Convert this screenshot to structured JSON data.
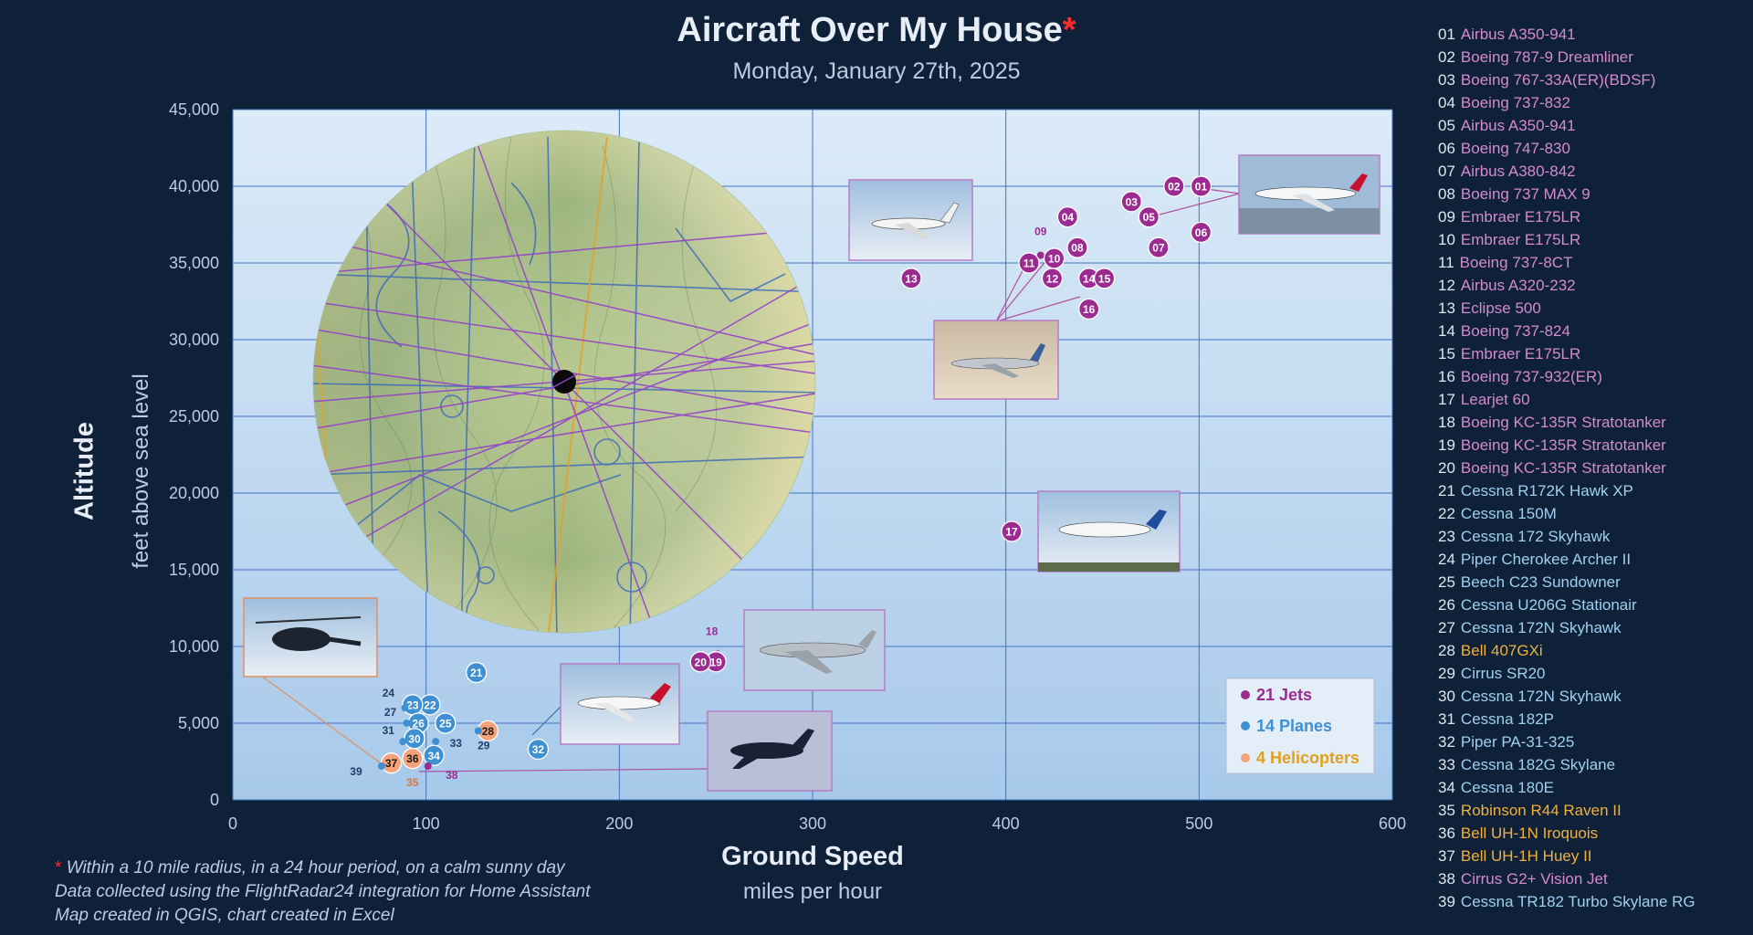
{
  "title": "Aircraft Over My House",
  "title_mark": "*",
  "subtitle": "Monday, January 27th, 2025",
  "colors": {
    "jet": "#9b2a91",
    "plane": "#3f8fd3",
    "heli": "#f5a27a",
    "title_mark": "#ff2a2a",
    "background": "#0f2138"
  },
  "chart_data": {
    "type": "scatter",
    "xlabel": "Ground Speed",
    "xlabel_sub": "miles per hour",
    "ylabel": "Altitude",
    "ylabel_sub": "feet above sea level",
    "xlim": [
      0,
      600
    ],
    "ylim": [
      0,
      45000
    ],
    "x_ticks": [
      "0",
      "100",
      "200",
      "300",
      "400",
      "500",
      "600"
    ],
    "y_ticks": [
      "0",
      "5,000",
      "10,000",
      "15,000",
      "20,000",
      "25,000",
      "30,000",
      "35,000",
      "40,000",
      "45,000"
    ],
    "grid": true,
    "legend_position": "bottom-right",
    "legend": [
      {
        "label": "21 Jets",
        "category": "jet",
        "text_color": "#9b2a91"
      },
      {
        "label": "14 Planes",
        "category": "plane",
        "text_color": "#3f8fd3"
      },
      {
        "label": "4 Helicopters",
        "category": "heli",
        "text_color": "#e0a020"
      }
    ],
    "points": [
      {
        "id": "01",
        "x": 501,
        "y": 40000,
        "category": "jet"
      },
      {
        "id": "02",
        "x": 487,
        "y": 40000,
        "category": "jet"
      },
      {
        "id": "03",
        "x": 465,
        "y": 39000,
        "category": "jet"
      },
      {
        "id": "04",
        "x": 432,
        "y": 38000,
        "category": "jet"
      },
      {
        "id": "05",
        "x": 474,
        "y": 38000,
        "category": "jet"
      },
      {
        "id": "06",
        "x": 501,
        "y": 37000,
        "category": "jet"
      },
      {
        "id": "07",
        "x": 479,
        "y": 36000,
        "category": "jet"
      },
      {
        "id": "08",
        "x": 437,
        "y": 36000,
        "category": "jet"
      },
      {
        "id": "09",
        "x": 418,
        "y": 35500,
        "category": "jet"
      },
      {
        "id": "10",
        "x": 425,
        "y": 35300,
        "category": "jet"
      },
      {
        "id": "11",
        "x": 412,
        "y": 35000,
        "category": "jet"
      },
      {
        "id": "12",
        "x": 424,
        "y": 34000,
        "category": "jet"
      },
      {
        "id": "13",
        "x": 351,
        "y": 34000,
        "category": "jet"
      },
      {
        "id": "14",
        "x": 443,
        "y": 34000,
        "category": "jet"
      },
      {
        "id": "15",
        "x": 451,
        "y": 34000,
        "category": "jet"
      },
      {
        "id": "16",
        "x": 443,
        "y": 32000,
        "category": "jet"
      },
      {
        "id": "17",
        "x": 403,
        "y": 17500,
        "category": "jet"
      },
      {
        "id": "18",
        "x": 245,
        "y": 9200,
        "category": "jet"
      },
      {
        "id": "19",
        "x": 250,
        "y": 9000,
        "category": "jet"
      },
      {
        "id": "20",
        "x": 242,
        "y": 9000,
        "category": "jet"
      },
      {
        "id": "21",
        "x": 126,
        "y": 8300,
        "category": "plane"
      },
      {
        "id": "22",
        "x": 102,
        "y": 6200,
        "category": "plane"
      },
      {
        "id": "23",
        "x": 93,
        "y": 6200,
        "category": "plane"
      },
      {
        "id": "24",
        "x": 89,
        "y": 6000,
        "category": "plane"
      },
      {
        "id": "25",
        "x": 110,
        "y": 5000,
        "category": "plane"
      },
      {
        "id": "26",
        "x": 96,
        "y": 5000,
        "category": "plane"
      },
      {
        "id": "27",
        "x": 90,
        "y": 5000,
        "category": "plane"
      },
      {
        "id": "28",
        "x": 132,
        "y": 4500,
        "category": "heli"
      },
      {
        "id": "29",
        "x": 127,
        "y": 4500,
        "category": "plane"
      },
      {
        "id": "30",
        "x": 94,
        "y": 4000,
        "category": "plane"
      },
      {
        "id": "31",
        "x": 88,
        "y": 3800,
        "category": "plane"
      },
      {
        "id": "32",
        "x": 158,
        "y": 3300,
        "category": "plane"
      },
      {
        "id": "33",
        "x": 105,
        "y": 3800,
        "category": "plane"
      },
      {
        "id": "34",
        "x": 104,
        "y": 2900,
        "category": "plane"
      },
      {
        "id": "35",
        "x": 92,
        "y": 2200,
        "category": "heli"
      },
      {
        "id": "36",
        "x": 93,
        "y": 2700,
        "category": "heli"
      },
      {
        "id": "37",
        "x": 82,
        "y": 2400,
        "category": "heli"
      },
      {
        "id": "38",
        "x": 101,
        "y": 2200,
        "category": "jet"
      },
      {
        "id": "39",
        "x": 77,
        "y": 2200,
        "category": "plane"
      }
    ]
  },
  "aircraft": [
    {
      "num": "01",
      "name": "Airbus A350-941",
      "category": "jet"
    },
    {
      "num": "02",
      "name": "Boeing 787-9 Dreamliner",
      "category": "jet"
    },
    {
      "num": "03",
      "name": "Boeing 767-33A(ER)(BDSF)",
      "category": "jet"
    },
    {
      "num": "04",
      "name": "Boeing 737-832",
      "category": "jet"
    },
    {
      "num": "05",
      "name": "Airbus A350-941",
      "category": "jet"
    },
    {
      "num": "06",
      "name": "Boeing 747-830",
      "category": "jet"
    },
    {
      "num": "07",
      "name": "Airbus A380-842",
      "category": "jet"
    },
    {
      "num": "08",
      "name": "Boeing 737 MAX 9",
      "category": "jet"
    },
    {
      "num": "09",
      "name": "Embraer E175LR",
      "category": "jet"
    },
    {
      "num": "10",
      "name": "Embraer E175LR",
      "category": "jet"
    },
    {
      "num": "11",
      "name": "Boeing 737-8CT",
      "category": "jet"
    },
    {
      "num": "12",
      "name": "Airbus A320-232",
      "category": "jet"
    },
    {
      "num": "13",
      "name": "Eclipse 500",
      "category": "jet"
    },
    {
      "num": "14",
      "name": "Boeing 737-824",
      "category": "jet"
    },
    {
      "num": "15",
      "name": "Embraer E175LR",
      "category": "jet"
    },
    {
      "num": "16",
      "name": "Boeing 737-932(ER)",
      "category": "jet"
    },
    {
      "num": "17",
      "name": "Learjet 60",
      "category": "jet"
    },
    {
      "num": "18",
      "name": "Boeing KC-135R Stratotanker",
      "category": "jet"
    },
    {
      "num": "19",
      "name": "Boeing KC-135R Stratotanker",
      "category": "jet"
    },
    {
      "num": "20",
      "name": "Boeing KC-135R Stratotanker",
      "category": "jet"
    },
    {
      "num": "21",
      "name": "Cessna R172K Hawk XP",
      "category": "plane"
    },
    {
      "num": "22",
      "name": "Cessna 150M",
      "category": "plane"
    },
    {
      "num": "23",
      "name": "Cessna 172 Skyhawk",
      "category": "plane"
    },
    {
      "num": "24",
      "name": "Piper Cherokee Archer II",
      "category": "plane"
    },
    {
      "num": "25",
      "name": "Beech C23 Sundowner",
      "category": "plane"
    },
    {
      "num": "26",
      "name": "Cessna U206G Stationair",
      "category": "plane"
    },
    {
      "num": "27",
      "name": "Cessna 172N Skyhawk",
      "category": "plane"
    },
    {
      "num": "28",
      "name": "Bell 407GXi",
      "category": "heli"
    },
    {
      "num": "29",
      "name": "Cirrus SR20",
      "category": "plane"
    },
    {
      "num": "30",
      "name": "Cessna 172N Skyhawk",
      "category": "plane"
    },
    {
      "num": "31",
      "name": "Cessna 182P",
      "category": "plane"
    },
    {
      "num": "32",
      "name": "Piper PA-31-325",
      "category": "plane"
    },
    {
      "num": "33",
      "name": "Cessna 182G Skylane",
      "category": "plane"
    },
    {
      "num": "34",
      "name": "Cessna 180E",
      "category": "plane"
    },
    {
      "num": "35",
      "name": "Robinson R44 Raven II",
      "category": "heli"
    },
    {
      "num": "36",
      "name": "Bell UH-1N Iroquois",
      "category": "heli"
    },
    {
      "num": "37",
      "name": "Bell UH-1H Huey II",
      "category": "heli"
    },
    {
      "num": "38",
      "name": "Cirrus G2+ Vision Jet",
      "category": "jet"
    },
    {
      "num": "39",
      "name": "Cessna TR182 Turbo Skylane RG",
      "category": "plane"
    }
  ],
  "footnotes": {
    "mark": "*",
    "line1": "Within a 10 mile radius, in a 24 hour period, on a calm sunny day",
    "line2": "Data collected using the FlightRadar24 integration for Home Assistant",
    "line3": "Map created in QGIS, chart created in Excel"
  }
}
